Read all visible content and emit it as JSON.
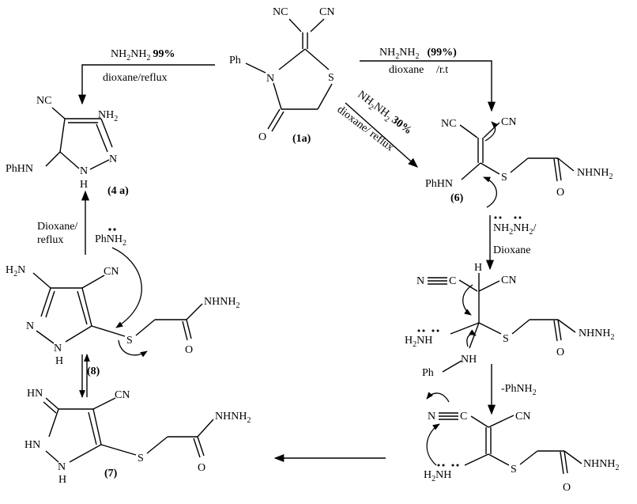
{
  "compounds": {
    "c1a": {
      "label": "(1a)",
      "nc_left": "NC",
      "cn_right": "CN",
      "ph": "Ph",
      "n": "N",
      "s": "S",
      "o": "O"
    },
    "c4a": {
      "label": "(4 a)",
      "nc": "NC",
      "nh2": "NH",
      "nh2_sub": "2",
      "phhn": "PhHN",
      "n": "N",
      "nh_n": "N",
      "nh_h": "H"
    },
    "c6": {
      "label": "(6)",
      "nc": "NC",
      "cn": "CN",
      "phhn": "PhHN",
      "s": "S",
      "nhnh2": "NHNH",
      "nhnh2_sub": "2",
      "o": "O"
    },
    "c8": {
      "label": "(8)",
      "h2n_h": "H",
      "h2n_sub": "2",
      "h2n_n": "N",
      "cn": "CN",
      "n": "N",
      "nh_n": "N",
      "nh_h": "H",
      "s": "S",
      "nhnh2": "NHNH",
      "nhnh2_sub": "2",
      "o": "O"
    },
    "c7": {
      "label": "(7)",
      "hn": "HN",
      "cn": "CN",
      "hn_n": "HN",
      "nh_n": "N",
      "nh_h": "H",
      "s": "S",
      "nhnh2": "NHNH",
      "nhnh2_sub": "2",
      "o": "O"
    },
    "int1": {
      "n_triple": "N",
      "c": "C",
      "h": "H",
      "cn": "CN",
      "h2nh_h": "H",
      "h2nh_sub": "2",
      "h2nh_nh": "NH",
      "nh": "NH",
      "ph": "Ph",
      "s": "S",
      "nhnh2": "NHNH",
      "nhnh2_sub": "2",
      "o": "O"
    },
    "int2": {
      "n_triple": "N",
      "c": "C",
      "cn": "CN",
      "h2nh_h": "H",
      "h2nh_sub": "2",
      "h2nh_nh": "NH",
      "s": "S",
      "nhnh2": "NHNH",
      "nhnh2_sub": "2",
      "o": "O"
    }
  },
  "conditions": {
    "top_left": {
      "reagent_pre": "NH",
      "reagent_sub1": "2",
      "reagent_mid": "NH",
      "reagent_sub2": "2",
      "yield": "99%",
      "solvent": "dioxane/reflux"
    },
    "top_right": {
      "reagent_pre": "NH",
      "reagent_sub1": "2",
      "reagent_mid": "NH",
      "reagent_sub2": "2",
      "yield": "(99%)",
      "solvent": "dioxane",
      "temp": "/r.t"
    },
    "diagonal": {
      "reagent_pre": "NH",
      "reagent_sub1": "2",
      "reagent_mid": "NH",
      "reagent_sub2": "2",
      "yield": "30%",
      "solvent": "dioxane/  reflux"
    },
    "right_down_1": {
      "reagent_pre": "NH",
      "reagent_sub1": "2",
      "reagent_mid": "NH",
      "reagent_sub2": "2",
      "slash": "/",
      "solvent": "Dioxane"
    },
    "right_down_2": {
      "text": "-PhNH",
      "sub": "2"
    },
    "left_up": {
      "line1": "Dioxane/",
      "line2": "reflux",
      "reagent": "PhNH",
      "reagent_sub": "2"
    }
  },
  "colors": {
    "ink": "#000000",
    "background": "#ffffff"
  }
}
